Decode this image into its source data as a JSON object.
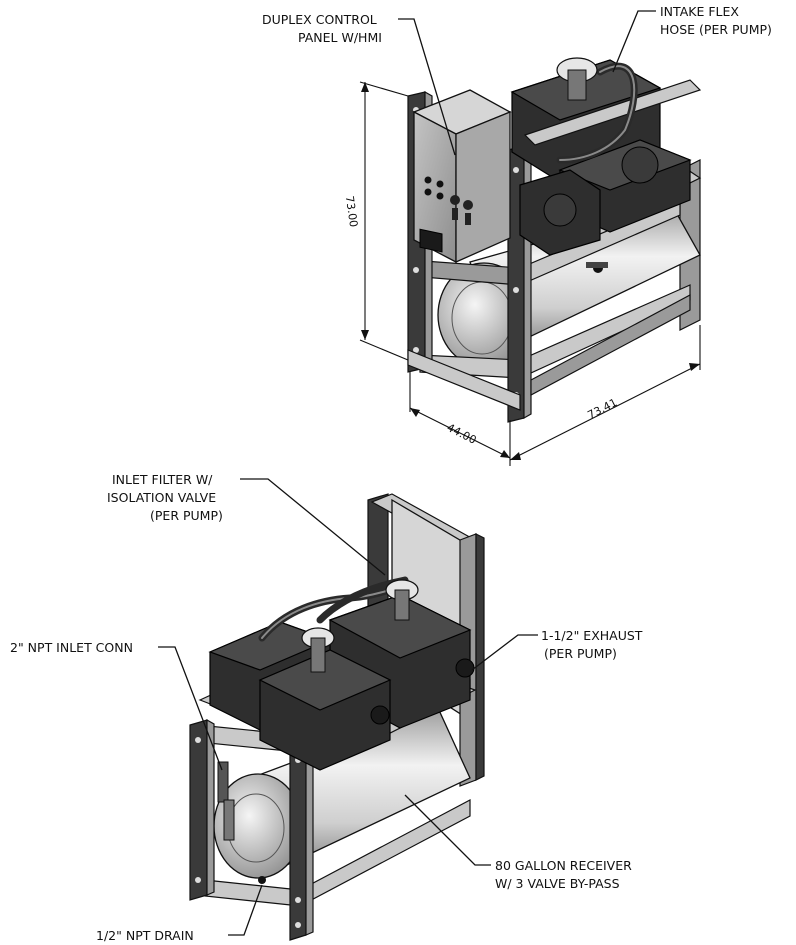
{
  "top_view": {
    "callouts": {
      "control_panel_line1": "DUPLEX CONTROL",
      "control_panel_line2": "PANEL W/HMI",
      "intake_hose_line1": "INTAKE FLEX",
      "intake_hose_line2": "HOSE (PER PUMP)"
    },
    "dimensions": {
      "height": "73.00",
      "depth": "44.00",
      "width": "73.41"
    }
  },
  "bottom_view": {
    "callouts": {
      "inlet_filter_line1": "INLET FILTER W/",
      "inlet_filter_line2": "ISOLATION VALVE",
      "inlet_filter_line3": "(PER PUMP)",
      "inlet_conn": "2\" NPT INLET CONN",
      "exhaust_line1": "1-1/2\" EXHAUST",
      "exhaust_line2": "(PER PUMP)",
      "receiver_line1": "80 GALLON RECEIVER",
      "receiver_line2": "W/ 3 VALVE BY-PASS",
      "drain": "1/2\" NPT DRAIN"
    }
  },
  "colors": {
    "ink": "#111111",
    "pump": "#2e2e2e",
    "frame": "#9a9a9a",
    "tank": "#d0d0d0"
  }
}
